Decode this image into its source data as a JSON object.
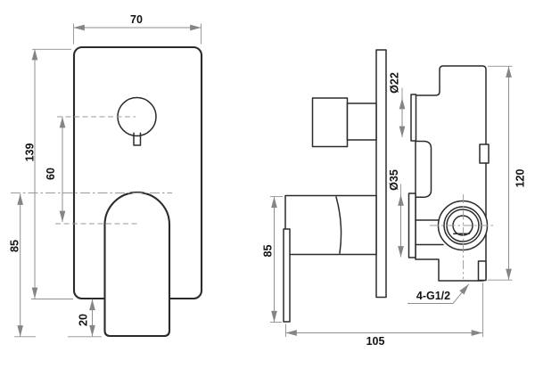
{
  "drawing": {
    "type": "technical-drawing-shower-mixer",
    "views": [
      "front",
      "side"
    ],
    "front": {
      "plate_width": "70",
      "plate_height": "139",
      "knob_to_handle_offset": "60",
      "handle_length": "85",
      "handle_drop_below_plate": "20"
    },
    "side": {
      "inlet_diameter": "Ø22",
      "outlet_diameter": "Ø35",
      "body_height": "120",
      "handle_depth": "85",
      "overall_depth": "105",
      "thread_note": "4-G1/2"
    },
    "colors": {
      "background": "#ffffff",
      "outline": "#2b2b2b",
      "dimension_line": "#8f8f8f",
      "centerline": "#9a9a9a",
      "arrow": "#858585",
      "text": "#141414"
    }
  }
}
